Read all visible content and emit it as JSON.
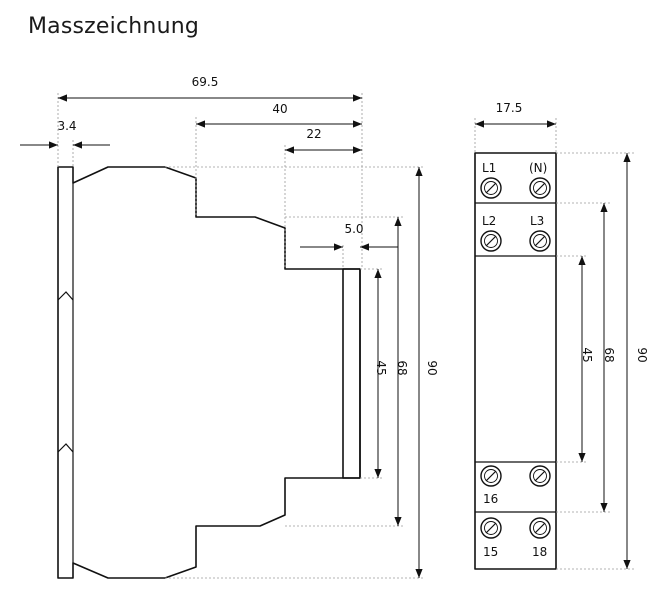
{
  "title": "Masszeichnung",
  "side_view": {
    "dim_overall_depth": "69.5",
    "dim_clip_width": "3.4",
    "dim_upper_step": "40",
    "dim_front_step": "22",
    "dim_front_thickness": "5.0",
    "dim_front_height": "45",
    "dim_mid_height": "68",
    "dim_total_height": "90"
  },
  "front_view": {
    "dim_width": "17.5",
    "dim_front_height": "45",
    "dim_mid_height": "68",
    "dim_total_height": "90",
    "terminals": {
      "l1": "L1",
      "n": "(N)",
      "l2": "L2",
      "l3": "L3",
      "t16": "16",
      "t15": "15",
      "t18": "18"
    }
  }
}
